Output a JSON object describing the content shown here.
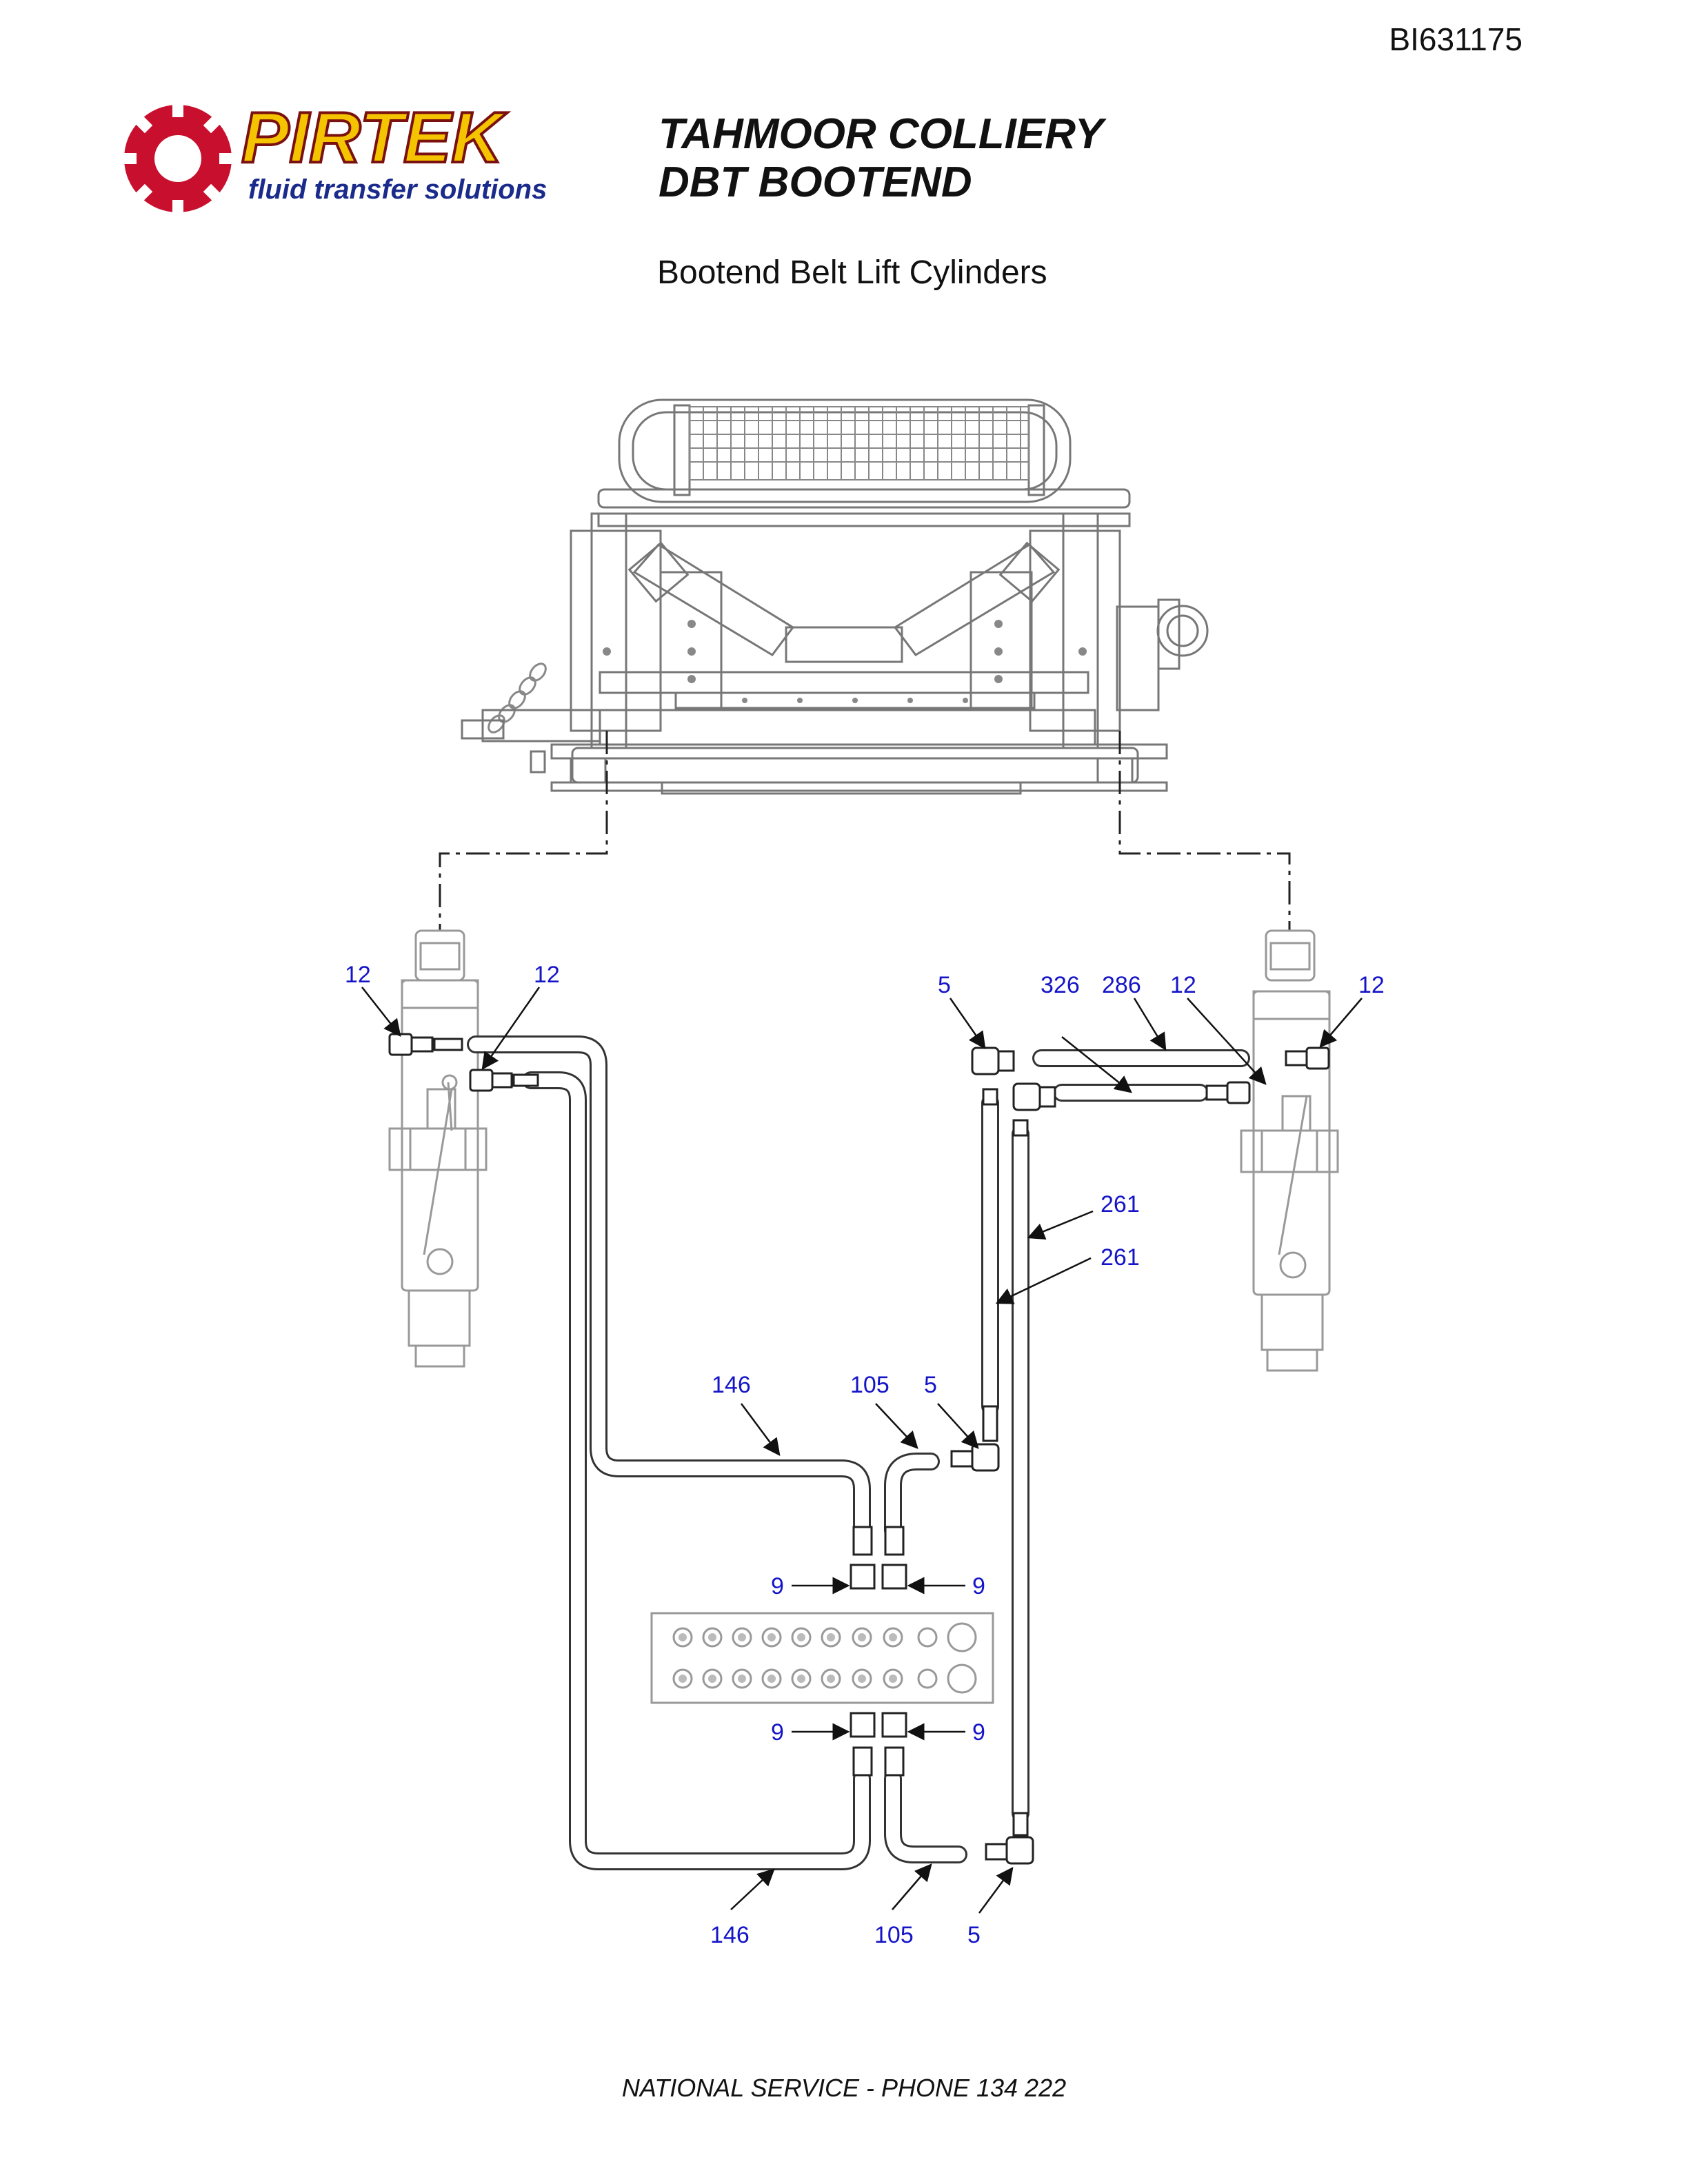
{
  "document_id": "BI631175",
  "logo": {
    "brand": "PIRTEK",
    "tagline": "fluid transfer solutions",
    "colors": {
      "primary": "#c8102e",
      "accent": "#f5c400",
      "tagline": "#1a2b8c"
    }
  },
  "title_lines": [
    "TAHMOOR COLLIERY",
    "DBT BOOTEND"
  ],
  "subtitle": "Bootend Belt Lift Cylinders",
  "callouts": {
    "left_cyl_a": "12",
    "left_cyl_b": "12",
    "right_top_5": "5",
    "hose_326": "326",
    "hose_286": "286",
    "right_cyl_a": "12",
    "right_cyl_b": "12",
    "hose_261_a": "261",
    "hose_261_b": "261",
    "upper_146": "146",
    "upper_105": "105",
    "upper_5": "5",
    "adapter_tl": "9",
    "adapter_tr": "9",
    "adapter_bl": "9",
    "adapter_br": "9",
    "lower_146": "146",
    "lower_105": "105",
    "lower_5": "5"
  },
  "callout_color": "#1515c8",
  "footer": "NATIONAL SERVICE - PHONE 134 222"
}
